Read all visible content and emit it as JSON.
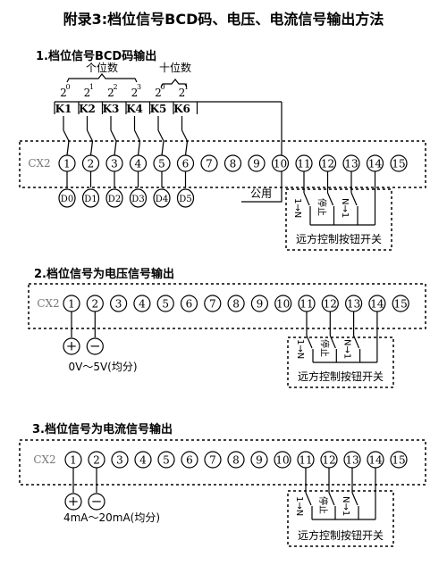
{
  "title": "附录3:档位信号BCD码、电压、电流信号输出方法",
  "sections": [
    {
      "title": "1.档位信号BCD码输出"
    },
    {
      "title": "2.档位信号为电压信号输出"
    },
    {
      "title": "3.档位信号为电流信号输出"
    }
  ],
  "connector_label": "CX2",
  "terminals": [
    "1",
    "2",
    "3",
    "4",
    "5",
    "6",
    "7",
    "8",
    "9",
    "10",
    "11",
    "12",
    "13",
    "14",
    "15"
  ],
  "bcd": {
    "units_label": "个位数",
    "tens_label": "十位数",
    "weights": [
      "2",
      "2",
      "2",
      "2",
      "2",
      "2"
    ],
    "exponents": [
      "0",
      "1",
      "2",
      "3",
      "0",
      "1"
    ],
    "switches": [
      "K1",
      "K2",
      "K3",
      "K4",
      "K5",
      "K6"
    ],
    "outputs": [
      "D0",
      "D1",
      "D2",
      "D3",
      "D4",
      "D5"
    ],
    "common_label": "公用"
  },
  "remote": {
    "label": "远方控制按钮开关",
    "buttons": [
      "1→N",
      "停止",
      "N→1"
    ]
  },
  "voltage_range": "0V～5V(均分)",
  "current_range": "4mA～20mA(均分)",
  "plus": "+",
  "minus": "−"
}
